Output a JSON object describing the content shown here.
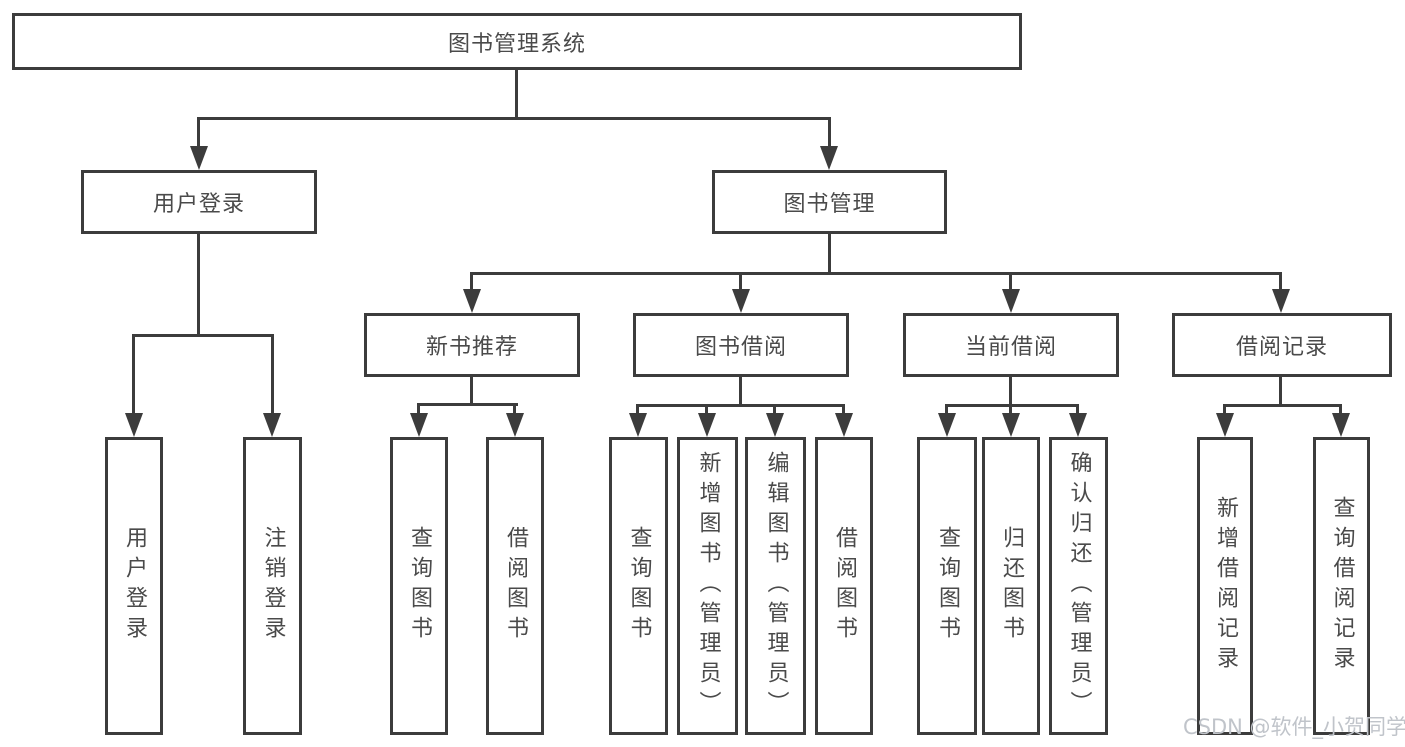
{
  "tree": {
    "root": {
      "label": "图书管理系统",
      "children": [
        {
          "label": "用户登录",
          "children": [
            {
              "label": "用户登录"
            },
            {
              "label": "注销登录"
            }
          ]
        },
        {
          "label": "图书管理",
          "children": [
            {
              "label": "新书推荐",
              "children": [
                {
                  "label": "查询图书"
                },
                {
                  "label": "借阅图书"
                }
              ]
            },
            {
              "label": "图书借阅",
              "children": [
                {
                  "label": "查询图书"
                },
                {
                  "label": "新增图书（管理员）"
                },
                {
                  "label": "编辑图书（管理员）"
                },
                {
                  "label": "借阅图书"
                }
              ]
            },
            {
              "label": "当前借阅",
              "children": [
                {
                  "label": "查询图书"
                },
                {
                  "label": "归还图书"
                },
                {
                  "label": "确认归还（管理员）"
                }
              ]
            },
            {
              "label": "借阅记录",
              "children": [
                {
                  "label": "新增借阅记录"
                },
                {
                  "label": "查询借阅记录"
                }
              ]
            }
          ]
        }
      ]
    }
  },
  "watermark": {
    "text": "CSDN @软件_小贺同学"
  },
  "colors": {
    "line": "#3c3c3c",
    "text": "#4a4a4a",
    "watermark": "#c0c4ca",
    "background": "#ffffff"
  }
}
